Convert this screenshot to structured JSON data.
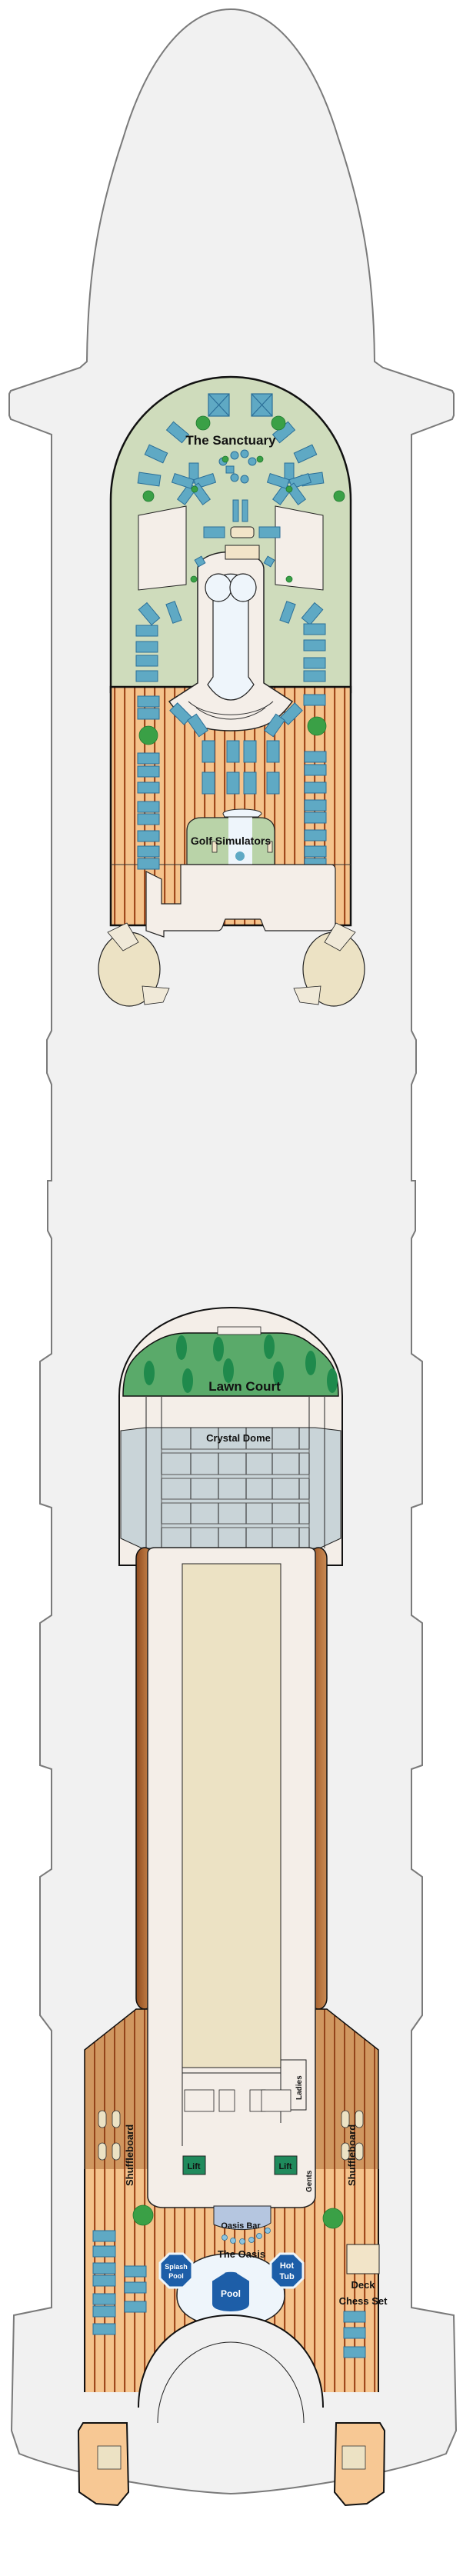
{
  "deck_plan": {
    "colors": {
      "hull": "#f1f1f1",
      "hull_stroke": "#7a7a7a",
      "sanctuary_green": "#cfdcbc",
      "teak_light": "#f7c894",
      "teak_line": "#a0491c",
      "teak_dark": "#c88a55",
      "lawn": "#5aaa6a",
      "lawn_dark": "#1f8a4c",
      "interior": "#f4eee8",
      "beige": "#ece2c4",
      "dome": "#c9d4d8",
      "lounger": "#5fa9c4",
      "lounger_stroke": "#2b6f98",
      "pool": "#1d5ea8",
      "lift": "#1f8a5c",
      "palm": "#3aa046"
    },
    "areas": {
      "sanctuary": "The Sanctuary",
      "golf": "Golf Simulators",
      "lawn": "Lawn Court",
      "dome": "Crystal Dome",
      "shuffle_left": "Shuffleboard",
      "shuffle_right": "Shuffleboard",
      "ladies": "Ladies",
      "gents": "Gents",
      "lift_left": "Lift",
      "lift_right": "Lift",
      "oasis_bar": "Oasis Bar",
      "oasis": "The Oasis",
      "splash_1": "Splash",
      "splash_2": "Pool",
      "pool": "Pool",
      "hottub_1": "Hot",
      "hottub_2": "Tub",
      "chess_1": "Deck",
      "chess_2": "Chess Set"
    }
  }
}
